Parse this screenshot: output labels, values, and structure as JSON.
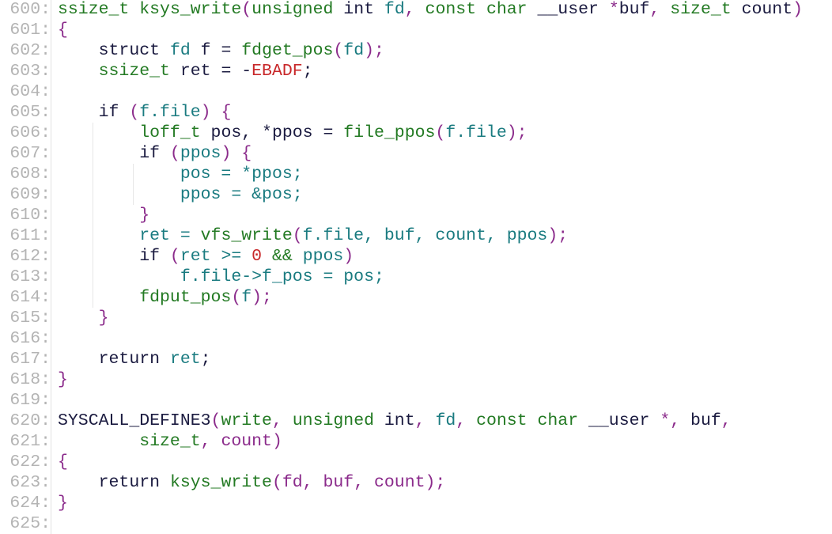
{
  "colors": {
    "green": "#237a23",
    "teal": "#1a7b80",
    "purple": "#8b2b8b",
    "dark": "#1b1b40",
    "red": "#c8282a",
    "line_number": "#b4b4b4"
  },
  "lines": [
    {
      "n": "600:",
      "tokens": [
        [
          "ssize_t",
          "g"
        ],
        [
          " ",
          "d"
        ],
        [
          "ksys_write",
          "g"
        ],
        [
          "(",
          "p"
        ],
        [
          "unsigned",
          "g"
        ],
        [
          " ",
          "d"
        ],
        [
          "int",
          "d"
        ],
        [
          " ",
          "d"
        ],
        [
          "fd",
          "t"
        ],
        [
          ", ",
          "p"
        ],
        [
          "const",
          "g"
        ],
        [
          " ",
          "d"
        ],
        [
          "char",
          "g"
        ],
        [
          " ",
          "d"
        ],
        [
          "__user",
          "d"
        ],
        [
          " ",
          "d"
        ],
        [
          "*",
          "p"
        ],
        [
          "buf",
          "d"
        ],
        [
          ", ",
          "p"
        ],
        [
          "size_t",
          "g"
        ],
        [
          " ",
          "d"
        ],
        [
          "count",
          "d"
        ],
        [
          ")",
          "p"
        ]
      ]
    },
    {
      "n": "601:",
      "tokens": [
        [
          "{",
          "p"
        ]
      ]
    },
    {
      "n": "602:",
      "tokens": [
        [
          "    struct",
          "d"
        ],
        [
          " ",
          "d"
        ],
        [
          "fd",
          "t"
        ],
        [
          " f = ",
          "d"
        ],
        [
          "fdget_pos",
          "g"
        ],
        [
          "(",
          "p"
        ],
        [
          "fd",
          "t"
        ],
        [
          ");",
          "p"
        ]
      ]
    },
    {
      "n": "603:",
      "tokens": [
        [
          "    ssize_t",
          "g"
        ],
        [
          " ret = -",
          "d"
        ],
        [
          "EBADF",
          "r"
        ],
        [
          ";",
          "d"
        ]
      ]
    },
    {
      "n": "604:",
      "tokens": []
    },
    {
      "n": "605:",
      "tokens": [
        [
          "    if",
          "d"
        ],
        [
          " (",
          "p"
        ],
        [
          "f.file",
          "t"
        ],
        [
          ") {",
          "p"
        ]
      ]
    },
    {
      "n": "606:",
      "tokens": [
        [
          "        loff_t",
          "g"
        ],
        [
          " pos, *ppos = ",
          "d"
        ],
        [
          "file_ppos",
          "g"
        ],
        [
          "(",
          "p"
        ],
        [
          "f.file",
          "t"
        ],
        [
          ");",
          "p"
        ]
      ]
    },
    {
      "n": "607:",
      "tokens": [
        [
          "        if",
          "d"
        ],
        [
          " (",
          "p"
        ],
        [
          "ppos",
          "t"
        ],
        [
          ") {",
          "p"
        ]
      ]
    },
    {
      "n": "608:",
      "tokens": [
        [
          "            pos = *ppos;",
          "t"
        ]
      ]
    },
    {
      "n": "609:",
      "tokens": [
        [
          "            ppos = &pos;",
          "t"
        ]
      ]
    },
    {
      "n": "610:",
      "tokens": [
        [
          "        }",
          "p"
        ]
      ]
    },
    {
      "n": "611:",
      "tokens": [
        [
          "        ret = ",
          "t"
        ],
        [
          "vfs_write",
          "g"
        ],
        [
          "(",
          "p"
        ],
        [
          "f.file, buf, count, ppos",
          "t"
        ],
        [
          ");",
          "p"
        ]
      ]
    },
    {
      "n": "612:",
      "tokens": [
        [
          "        if",
          "d"
        ],
        [
          " (",
          "p"
        ],
        [
          "ret >= ",
          "t"
        ],
        [
          "0",
          "r"
        ],
        [
          " && ",
          "g"
        ],
        [
          "ppos",
          "t"
        ],
        [
          ")",
          "p"
        ]
      ]
    },
    {
      "n": "613:",
      "tokens": [
        [
          "            f.file->f_pos = pos;",
          "t"
        ]
      ]
    },
    {
      "n": "614:",
      "tokens": [
        [
          "        fdput_pos",
          "g"
        ],
        [
          "(",
          "p"
        ],
        [
          "f",
          "t"
        ],
        [
          ");",
          "p"
        ]
      ]
    },
    {
      "n": "615:",
      "tokens": [
        [
          "    }",
          "p"
        ]
      ]
    },
    {
      "n": "616:",
      "tokens": []
    },
    {
      "n": "617:",
      "tokens": [
        [
          "    return",
          "d"
        ],
        [
          " ",
          "d"
        ],
        [
          "ret",
          "t"
        ],
        [
          ";",
          "d"
        ]
      ]
    },
    {
      "n": "618:",
      "tokens": [
        [
          "}",
          "p"
        ]
      ]
    },
    {
      "n": "619:",
      "tokens": []
    },
    {
      "n": "620:",
      "tokens": [
        [
          "SYSCALL_DEFINE3",
          "d"
        ],
        [
          "(",
          "p"
        ],
        [
          "write",
          "g"
        ],
        [
          ", ",
          "p"
        ],
        [
          "unsigned",
          "g"
        ],
        [
          " ",
          "d"
        ],
        [
          "int",
          "d"
        ],
        [
          ", ",
          "p"
        ],
        [
          "fd",
          "t"
        ],
        [
          ", ",
          "p"
        ],
        [
          "const",
          "g"
        ],
        [
          " ",
          "d"
        ],
        [
          "char",
          "g"
        ],
        [
          " ",
          "d"
        ],
        [
          "__user",
          "d"
        ],
        [
          " ",
          "d"
        ],
        [
          "*",
          "p"
        ],
        [
          ", ",
          "p"
        ],
        [
          "buf",
          "d"
        ],
        [
          ",",
          "p"
        ]
      ]
    },
    {
      "n": "621:",
      "tokens": [
        [
          "        size_t",
          "g"
        ],
        [
          ", ",
          "p"
        ],
        [
          "count",
          "p"
        ],
        [
          ")",
          "p"
        ]
      ]
    },
    {
      "n": "622:",
      "tokens": [
        [
          "{",
          "p"
        ]
      ]
    },
    {
      "n": "623:",
      "tokens": [
        [
          "    return",
          "d"
        ],
        [
          " ",
          "d"
        ],
        [
          "ksys_write",
          "g"
        ],
        [
          "(",
          "p"
        ],
        [
          "fd, buf, count",
          "p"
        ],
        [
          ");",
          "p"
        ]
      ]
    },
    {
      "n": "624:",
      "tokens": [
        [
          "}",
          "p"
        ]
      ]
    },
    {
      "n": "625:",
      "tokens": []
    }
  ]
}
